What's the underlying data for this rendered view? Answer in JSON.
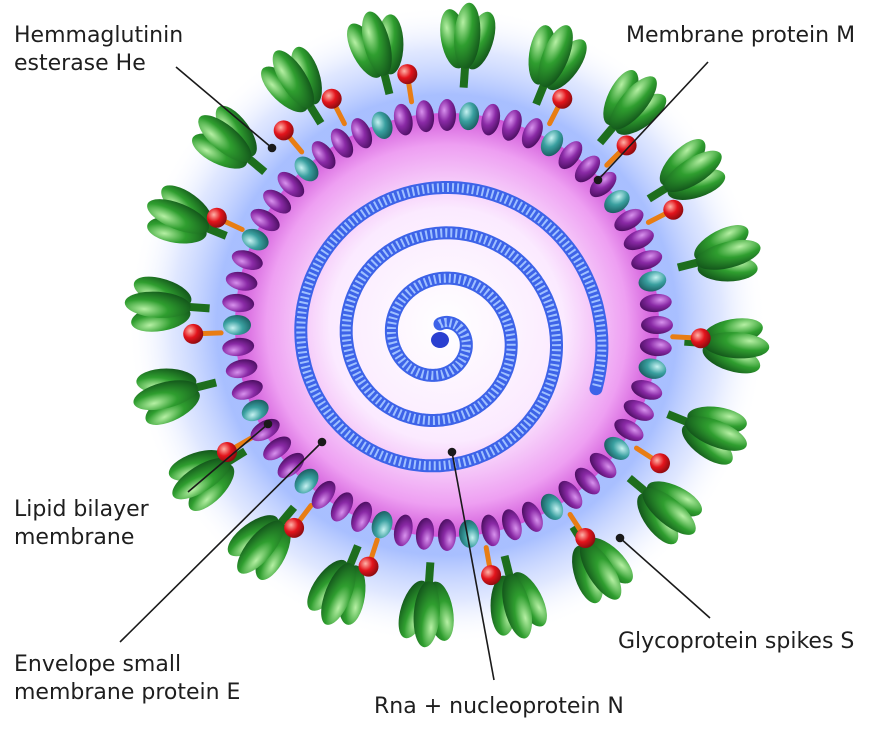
{
  "labels": {
    "hemagglutinin": {
      "line1": "Hemmaglutinin",
      "line2": "esterase He"
    },
    "membrane_protein": "Membrane protein M",
    "lipid_bilayer": {
      "line1": "Lipid bilayer",
      "line2": "membrane"
    },
    "glycoprotein_spikes": "Glycoprotein spikes S",
    "envelope_protein": {
      "line1": "Envelope small",
      "line2": "membrane protein E"
    },
    "rna_nucleoprotein": "Rna + nucleoprotein N"
  },
  "colors": {
    "spike_green": "#2f9e2f",
    "spike_dark": "#1d6e1d",
    "lipid_purple": "#8a2aa6",
    "membrane_teal": "#3aa0a0",
    "he_red": "#e3141c",
    "e_orange": "#f5a623",
    "halo_blue": "#9fb8ff",
    "interior_magenta": "#e59ae8",
    "rna_blue": "#3d63e8"
  }
}
